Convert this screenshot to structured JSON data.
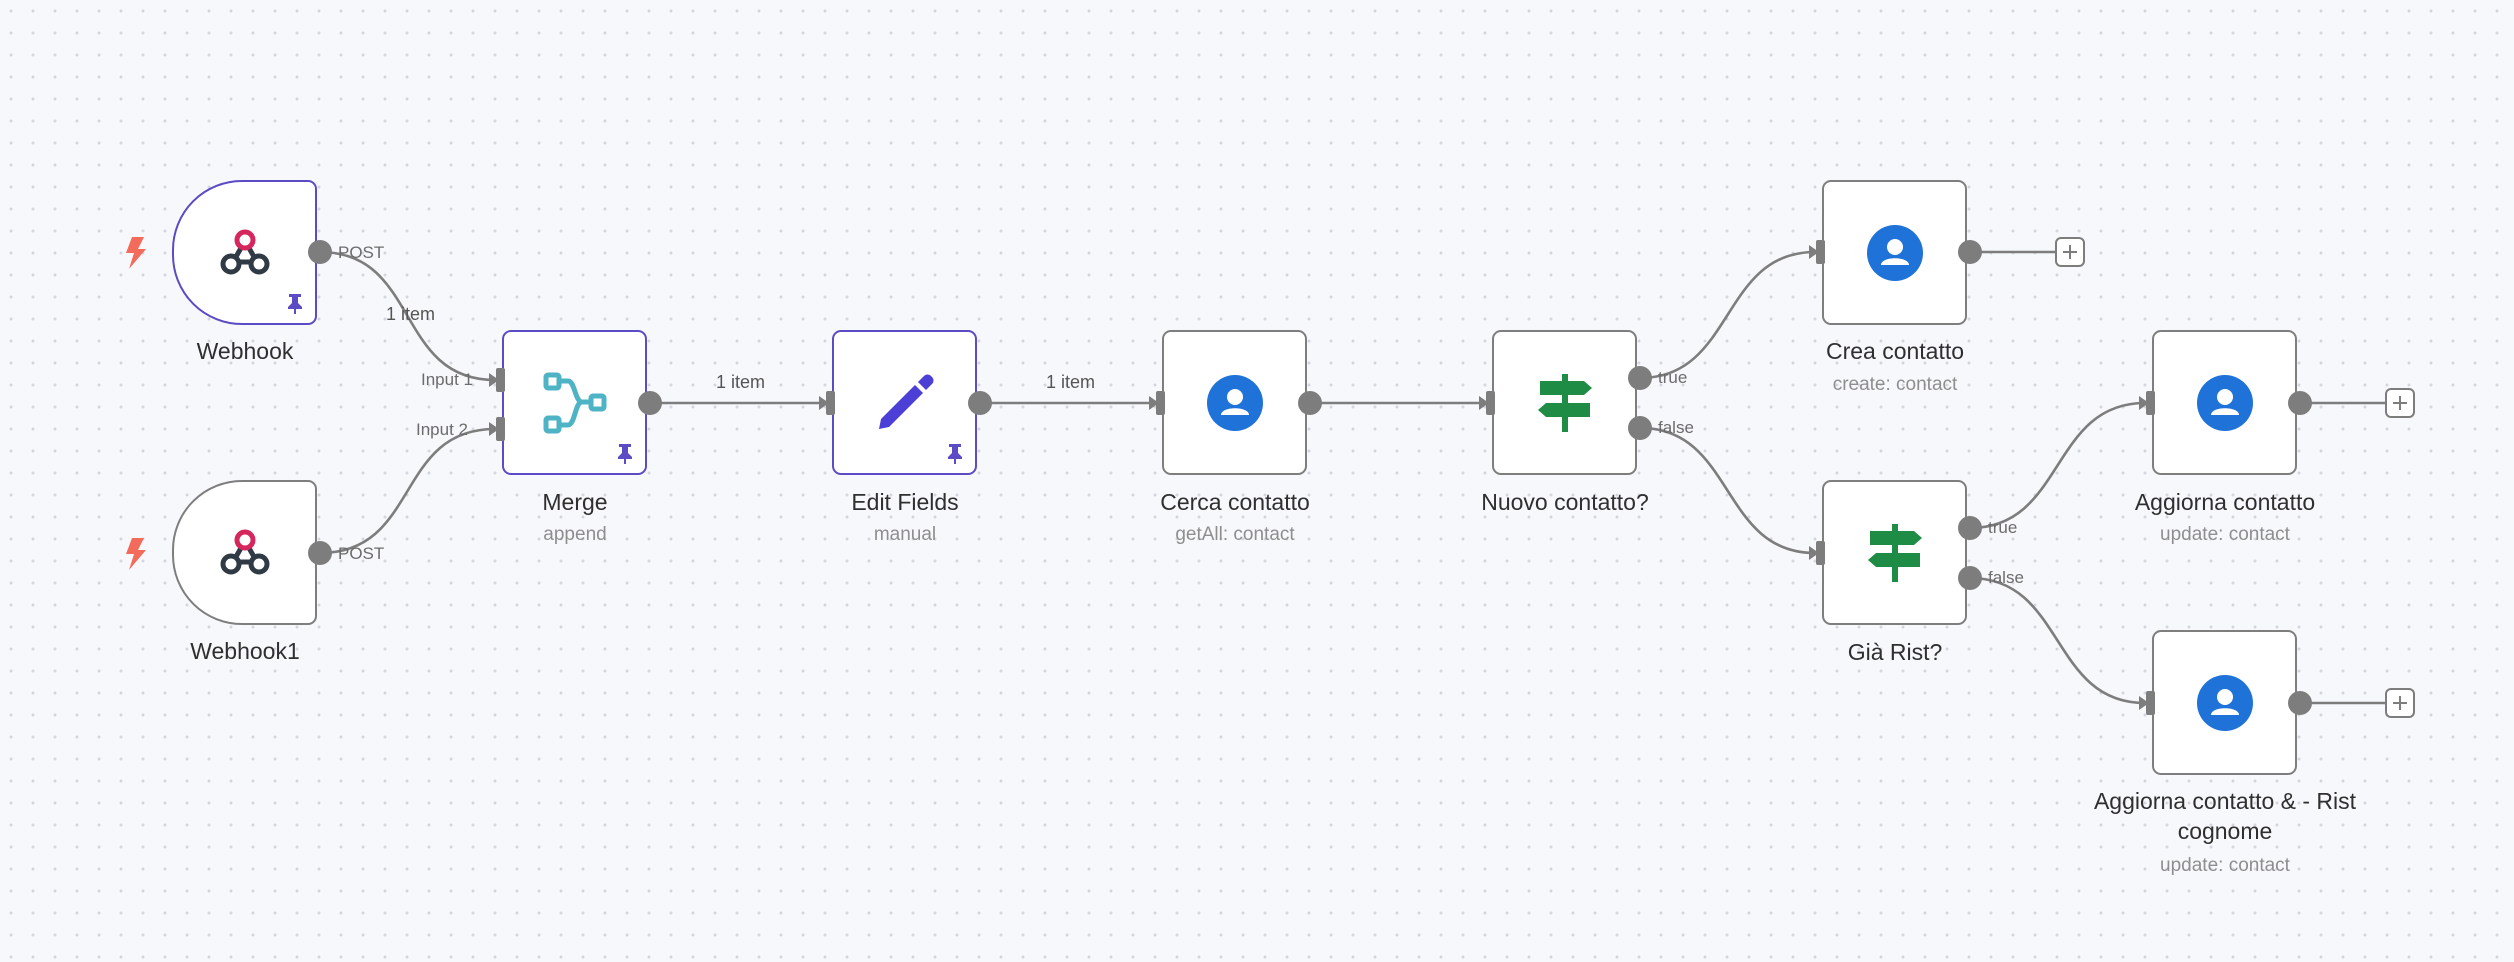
{
  "nodes": {
    "webhook": {
      "name": "Webhook",
      "port": "POST"
    },
    "webhook1": {
      "name": "Webhook1",
      "port": "POST"
    },
    "merge": {
      "name": "Merge",
      "subtitle": "append",
      "input1": "Input 1",
      "input2": "Input 2"
    },
    "edit_fields": {
      "name": "Edit Fields",
      "subtitle": "manual"
    },
    "cerca": {
      "name": "Cerca contatto",
      "subtitle": "getAll: contact"
    },
    "nuovo": {
      "name": "Nuovo contatto?",
      "true_label": "true",
      "false_label": "false"
    },
    "crea": {
      "name": "Crea contatto",
      "subtitle": "create: contact"
    },
    "gia_rist": {
      "name": "Già Rist?",
      "true_label": "true",
      "false_label": "false"
    },
    "aggiorna": {
      "name": "Aggiorna contatto",
      "subtitle": "update: contact"
    },
    "aggiorna_rist": {
      "name": "Aggiorna contatto & - Rist cognome",
      "subtitle": "update: contact"
    }
  },
  "connections": {
    "webhook_to_merge": "1 item",
    "merge_to_edit": "1 item",
    "edit_to_cerca": "1 item"
  },
  "colors": {
    "pinned_border": "#5b4bc4",
    "node_border": "#7e7e7e",
    "trigger_bolt": "#f26b5b",
    "contact_blue": "#1f72d8",
    "if_green": "#1f8c45",
    "merge_teal": "#4fb3c6",
    "edit_purple": "#4b3fd6",
    "webhook_pink": "#d6265e",
    "webhook_dark": "#2f3a44"
  },
  "icons": [
    "lightning-bolt-icon",
    "webhook-icon",
    "merge-icon",
    "pencil-icon",
    "contact-icon",
    "signpost-icon",
    "pin-icon",
    "plus-icon"
  ]
}
